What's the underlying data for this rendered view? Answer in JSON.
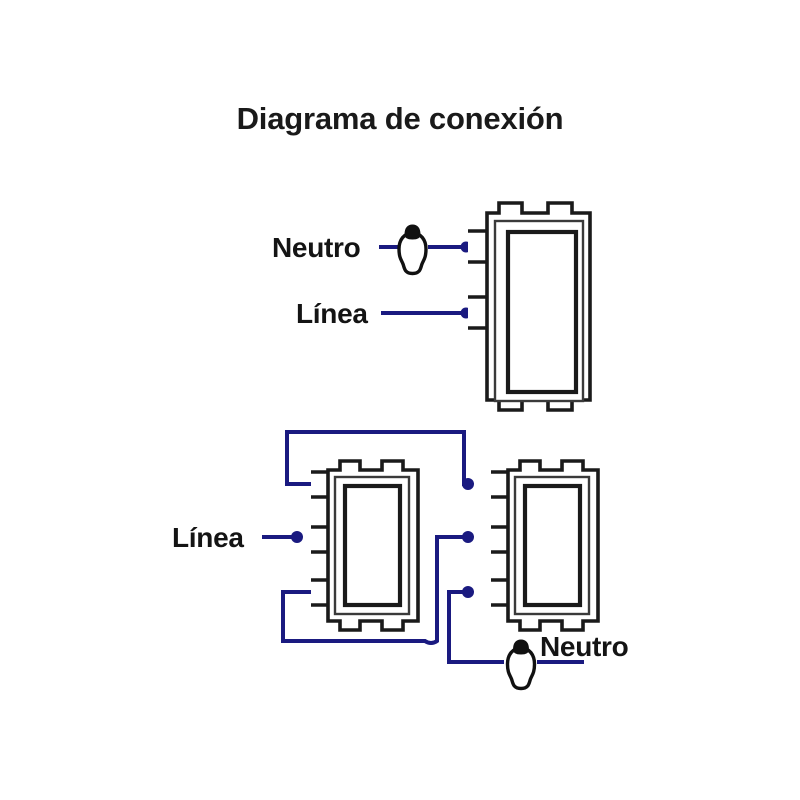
{
  "title": "Diagrama de conexión",
  "colors": {
    "wire": "#1a1a80",
    "outline": "#1a1a1a",
    "background": "#ffffff",
    "text": "#141414"
  },
  "top_circuit": {
    "name": "single-pole-switch-circuit",
    "labels": {
      "neutral": "Neutro",
      "line": "Línea"
    },
    "switch": {
      "name": "single-pole-switch",
      "terminal_count": 2,
      "terminals": [
        {
          "id": "top",
          "connects_to": "Neutro"
        },
        {
          "id": "bottom",
          "connects_to": "Línea"
        }
      ]
    },
    "lamp": {
      "name": "light-bulb",
      "count": 1
    }
  },
  "bottom_circuit": {
    "name": "three-way-switch-circuit",
    "labels": {
      "line": "Línea",
      "neutral": "Neutro"
    },
    "switch_left": {
      "name": "three-way-switch-left",
      "terminal_count": 3,
      "terminals": [
        {
          "id": "top",
          "role": "traveler-1"
        },
        {
          "id": "middle",
          "role": "line-common"
        },
        {
          "id": "bottom",
          "role": "traveler-2"
        }
      ]
    },
    "switch_right": {
      "name": "three-way-switch-right",
      "terminal_count": 3,
      "terminals": [
        {
          "id": "top",
          "role": "traveler-1"
        },
        {
          "id": "middle",
          "role": "traveler-2"
        },
        {
          "id": "bottom",
          "role": "lamp-common"
        }
      ]
    },
    "lamp": {
      "name": "light-bulb",
      "count": 1
    },
    "wire_crossing": {
      "name": "wire-hop",
      "style": "semicircle-jump"
    }
  }
}
